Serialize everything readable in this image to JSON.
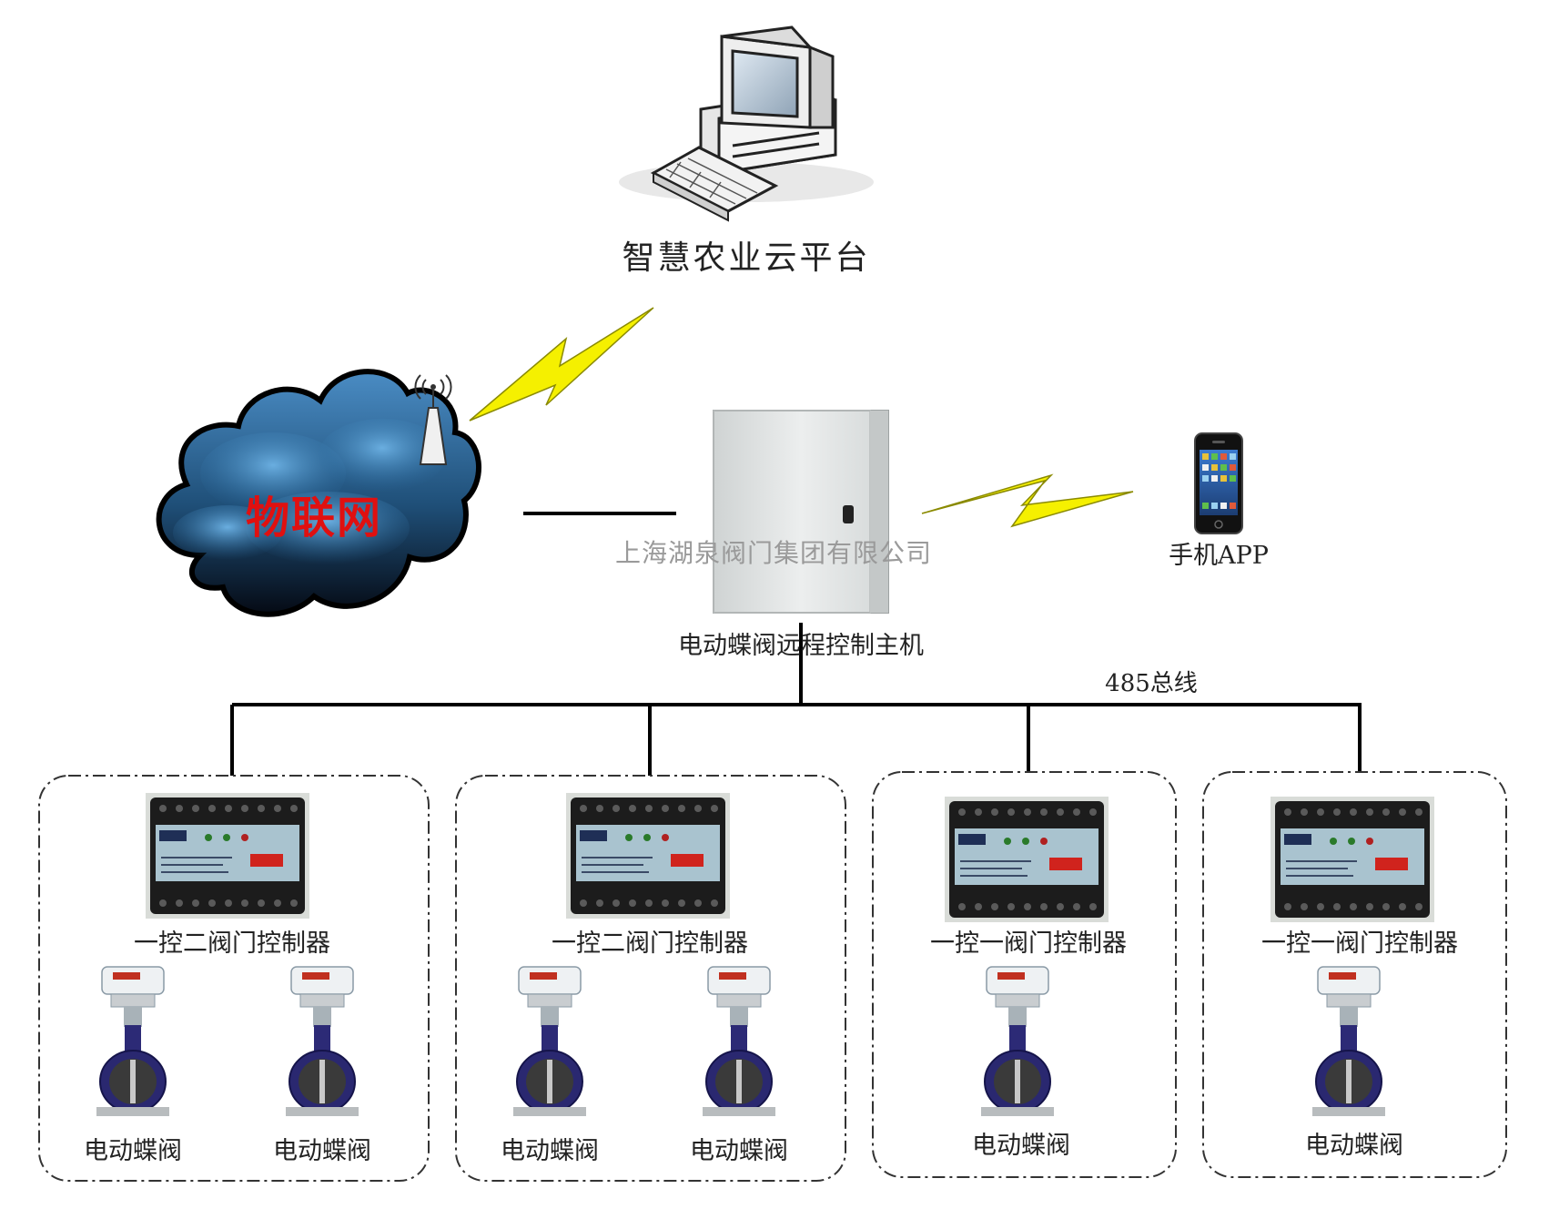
{
  "platform": {
    "label": "智慧农业云平台",
    "icon": "desktop-computer-icon"
  },
  "iot": {
    "label": "物联网",
    "icon": "cloud-icon",
    "antenna_icon": "antenna-icon",
    "label_color": "#e01010"
  },
  "host": {
    "label": "电动蝶阀远程控制主机",
    "watermark": "上海湖泉阀门集团有限公司",
    "icon": "control-cabinet-icon"
  },
  "app": {
    "label": "手机APP",
    "icon": "smartphone-icon"
  },
  "bus": {
    "label": "485总线"
  },
  "wireless_icon": "lightning-bolt-icon",
  "lightning_color": "#f5f000",
  "groups": [
    {
      "controller_label": "一控二阀门控制器",
      "valves": [
        "电动蝶阀",
        "电动蝶阀"
      ]
    },
    {
      "controller_label": "一控二阀门控制器",
      "valves": [
        "电动蝶阀",
        "电动蝶阀"
      ]
    },
    {
      "controller_label": "一控一阀门控制器",
      "valves": [
        "电动蝶阀"
      ]
    },
    {
      "controller_label": "一控一阀门控制器",
      "valves": [
        "电动蝶阀"
      ]
    }
  ]
}
